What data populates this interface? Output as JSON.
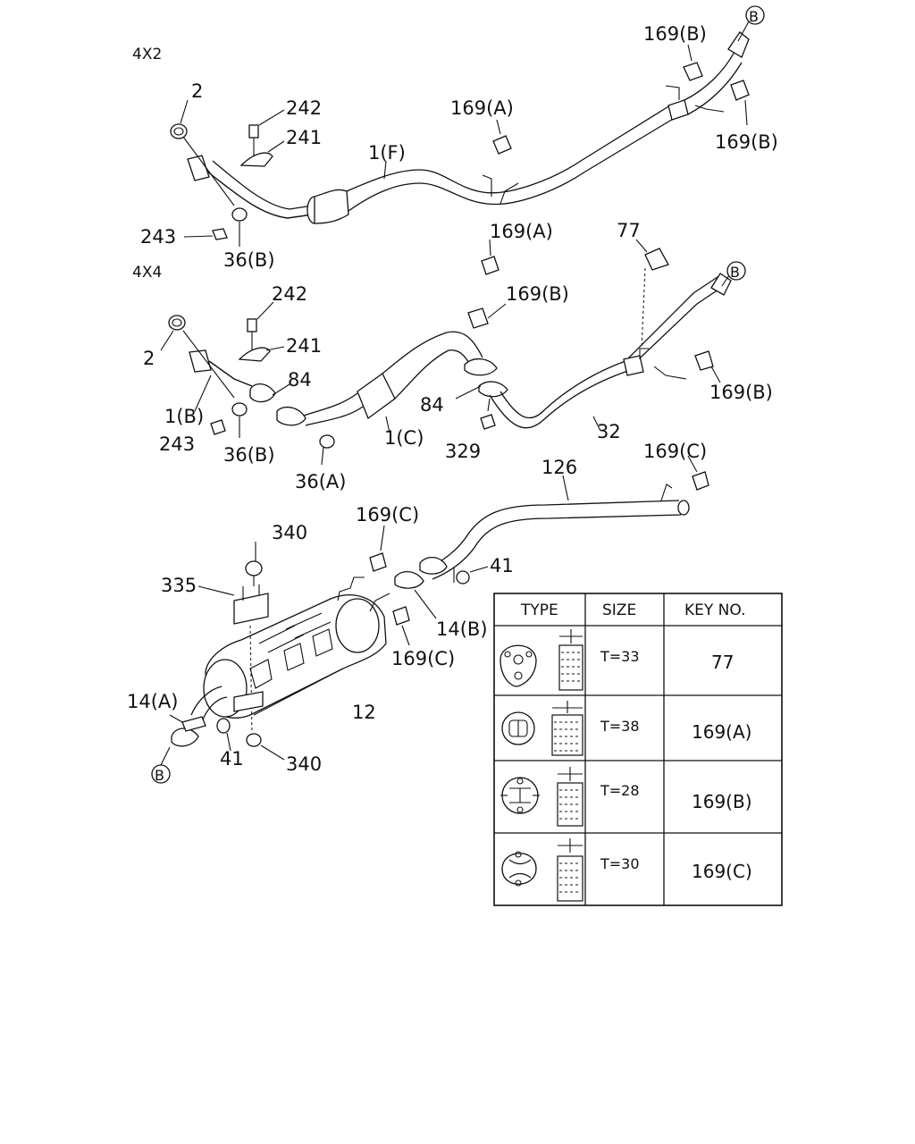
{
  "sections": {
    "top": "4X2",
    "middle": "4X4"
  },
  "labels": {
    "p2_top": "2",
    "p242_top": "242",
    "p241_top": "241",
    "p1f": "1(F)",
    "p169a_top": "169(A)",
    "p169b_top1": "169(B)",
    "p169b_top2": "169(B)",
    "p243_top": "243",
    "p36b_top": "36(B)",
    "p169a_mid": "169(A)",
    "p77": "77",
    "p242_mid": "242",
    "p241_mid": "241",
    "p2_mid": "2",
    "p84_left": "84",
    "p169b_mid1": "169(B)",
    "p169b_mid2": "169(B)",
    "p84_right": "84",
    "p1b": "1(B)",
    "p243_mid": "243",
    "p36b_mid": "36(B)",
    "p1c": "1(C)",
    "p329": "329",
    "p32": "32",
    "p36a": "36(A)",
    "p126": "126",
    "p169c_1": "169(C)",
    "p169c_2": "169(C)",
    "p340_top": "340",
    "p41_right": "41",
    "p335": "335",
    "p14b": "14(B)",
    "p169c_3": "169(C)",
    "p14a": "14(A)",
    "p12": "12",
    "p41_bottom": "41",
    "p340_bottom": "340",
    "b1": "B",
    "b2": "B",
    "b3": "B"
  },
  "table": {
    "headers": [
      "TYPE",
      "SIZE",
      "KEY NO."
    ],
    "rows": [
      {
        "size": "T=33",
        "key": "77",
        "icon": "triangular-hanger-icon"
      },
      {
        "size": "T=38",
        "key": "169(A)",
        "icon": "round-hanger-icon"
      },
      {
        "size": "T=28",
        "key": "169(B)",
        "icon": "h-shaped-hanger-icon"
      },
      {
        "size": "T=30",
        "key": "169(C)",
        "icon": "x-shaped-hanger-icon"
      }
    ],
    "dim_label": "T"
  }
}
